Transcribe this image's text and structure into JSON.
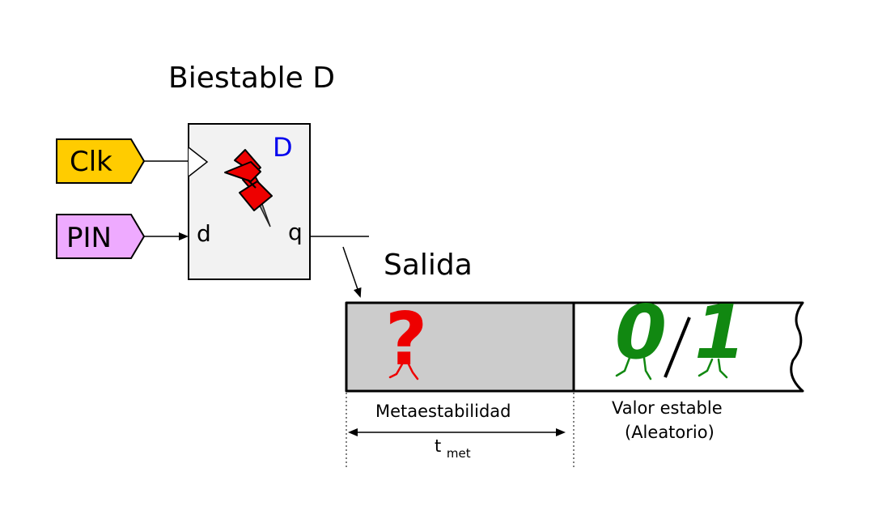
{
  "title": "Biestable D",
  "flipflop": {
    "type_label": "D",
    "input_label": "d",
    "output_label": "q"
  },
  "inputs": {
    "clock_label": "Clk",
    "pin_label": "PIN"
  },
  "output_title": "Salida",
  "timeline": {
    "meta_symbol": "?",
    "stable_zero": "0",
    "stable_one": "1",
    "meta_caption": "Metaestabilidad",
    "stable_caption_line1": "Valor estable",
    "stable_caption_line2": "(Aleatorio)",
    "time_base": "t",
    "time_subscript": "met"
  },
  "colors": {
    "clock_fill": "#ffcc00",
    "pin_fill": "#eeaaff",
    "flipflop_fill": "#f2f2f2",
    "meta_fill": "#cccccc",
    "pushpin": "#ee0000",
    "meta_symbol": "#ee0000",
    "stable_bits": "#118811",
    "type_label": "#0000ee"
  },
  "icons": {
    "flipflop_decoration": "pushpin-icon"
  }
}
